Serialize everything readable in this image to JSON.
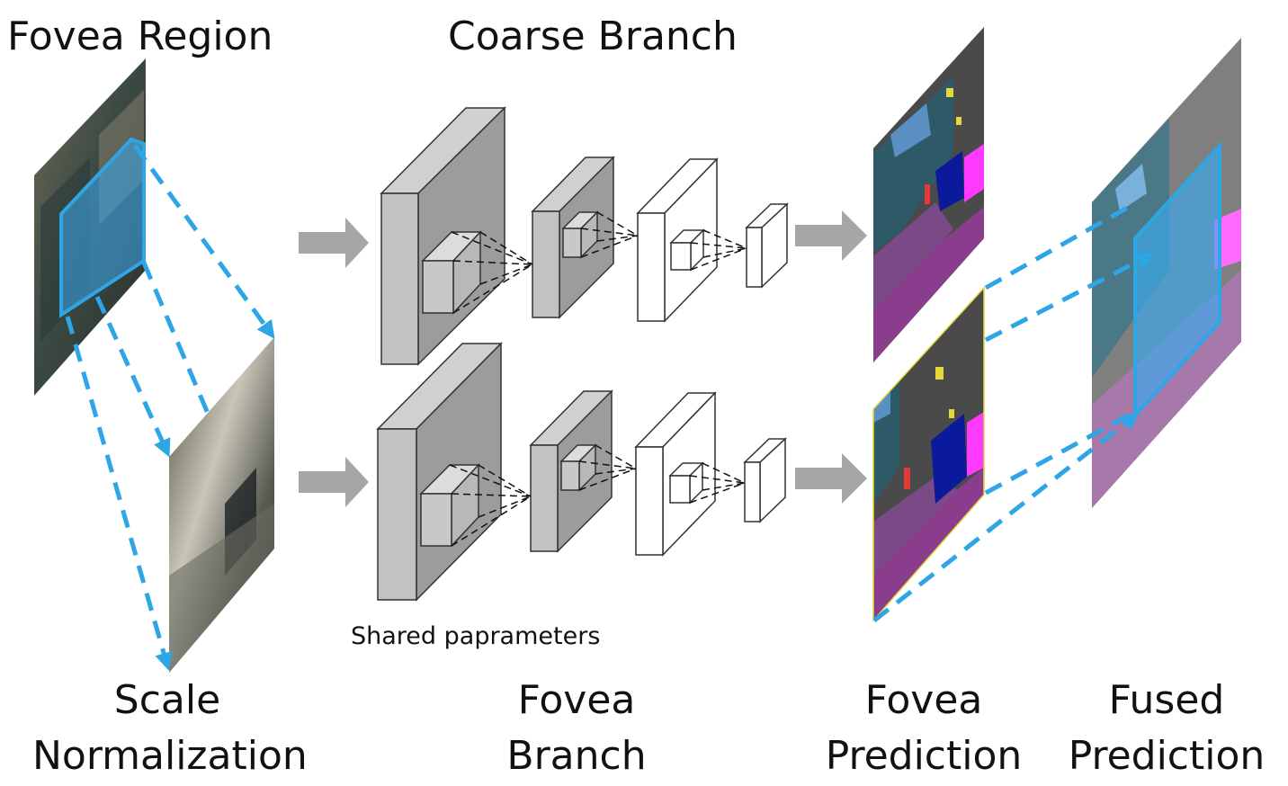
{
  "labels": {
    "fovea_region": "Fovea Region",
    "coarse_branch": "Coarse Branch",
    "shared_parameters": "Shared paprameters",
    "scale_normalization": [
      "Scale",
      "Normalization"
    ],
    "fovea_branch": [
      "Fovea",
      "Branch"
    ],
    "fovea_prediction": [
      "Fovea",
      "Prediction"
    ],
    "fused_prediction": [
      "Fused",
      "Prediction"
    ]
  },
  "colors": {
    "dashed_link": "#2ea6e6",
    "flow_arrow": "#a6a6a6",
    "layer_dark": "#9c9c9c",
    "layer_light": "#ffffff",
    "seg_road": "#8a3d8c",
    "seg_sky": "#4a4a4a",
    "seg_building": "#2e4f5a",
    "seg_car": "#0a1a9a",
    "seg_sidewalk": "#ff3aff",
    "highlight": "#3aaaf0"
  }
}
